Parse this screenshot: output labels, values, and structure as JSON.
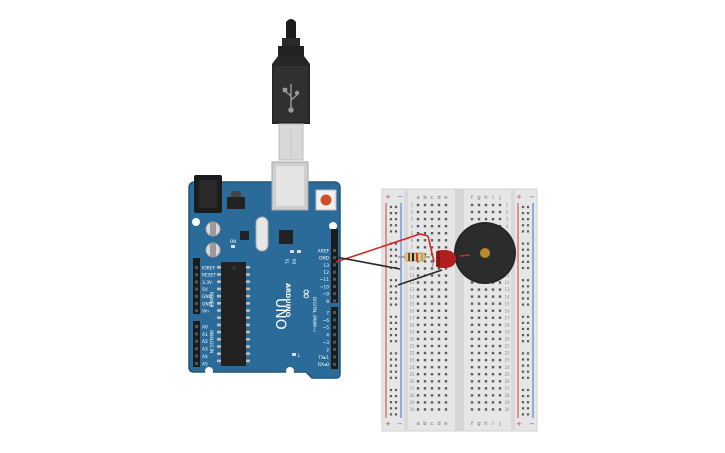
{
  "colors": {
    "board": "#2b6b9a",
    "board_edge": "#1f5680",
    "breadboard": "#e6e6e6",
    "rail_red": "#d43c3c",
    "rail_blue": "#3c6fd4",
    "wire_red": "#d42a2a",
    "wire_black": "#2a2a2a",
    "led": "#b21f1f",
    "buzzer": "#262626",
    "buzzer_center": "#b8892e",
    "reset_button": "#d0502c"
  },
  "usb_cable": {
    "icon": "usb-icon"
  },
  "arduino": {
    "logo": "∞",
    "brand": "ARDUINO",
    "model": "UNO",
    "power_header_title": "POWER",
    "analog_header_title": "ANALOG IN",
    "digital_header_title": "DIGITAL (PWM~)",
    "power_pins": [
      "IOREF",
      "RESET",
      "3.3V",
      "5V",
      "GND",
      "GND",
      "Vin"
    ],
    "analog_pins": [
      "A0",
      "A1",
      "A2",
      "A3",
      "A4",
      "A5"
    ],
    "digital_pins_top": [
      "AREF",
      "GND",
      "13",
      "12",
      "~11",
      "~10",
      "~9",
      "8"
    ],
    "digital_pins_bottom": [
      "7",
      "~6",
      "~5",
      "4",
      "~3",
      "2",
      "TX▸1",
      "RX◂0"
    ],
    "on_label": "ON",
    "tx_label": "TX",
    "rx_label": "RX",
    "l_label": "L"
  },
  "breadboard": {
    "column_letters_left": [
      "a",
      "b",
      "c",
      "d",
      "e"
    ],
    "column_letters_right": [
      "f",
      "g",
      "h",
      "i",
      "j"
    ],
    "rail_plus": "+",
    "rail_minus": "−",
    "row_count": 30
  },
  "components": {
    "resistor": {
      "icon": "resistor-icon"
    },
    "led": {
      "icon": "led-icon"
    },
    "buzzer": {
      "icon": "piezo-buzzer-icon"
    }
  }
}
